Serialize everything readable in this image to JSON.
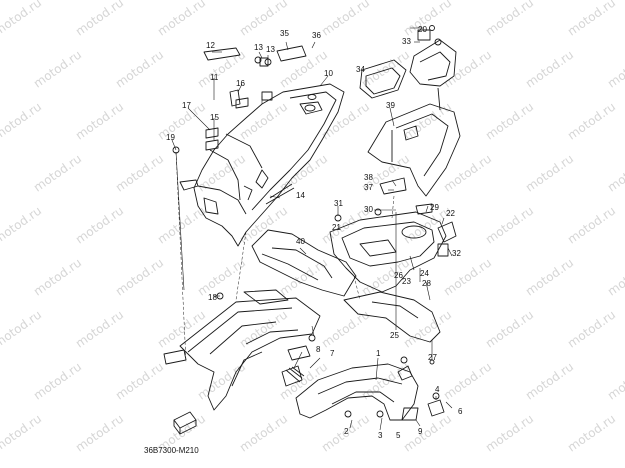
{
  "watermark": "motod.ru",
  "caption": "36B7300-M210",
  "callouts": [
    {
      "n": "1"
    },
    {
      "n": "2"
    },
    {
      "n": "3"
    },
    {
      "n": "4"
    },
    {
      "n": "5"
    },
    {
      "n": "6"
    },
    {
      "n": "7"
    },
    {
      "n": "8"
    },
    {
      "n": "9"
    },
    {
      "n": "10"
    },
    {
      "n": "11"
    },
    {
      "n": "12"
    },
    {
      "n": "13"
    },
    {
      "n": "14"
    },
    {
      "n": "15"
    },
    {
      "n": "16"
    },
    {
      "n": "17"
    },
    {
      "n": "18"
    },
    {
      "n": "19"
    },
    {
      "n": "20"
    },
    {
      "n": "21"
    },
    {
      "n": "22"
    },
    {
      "n": "23"
    },
    {
      "n": "24"
    },
    {
      "n": "25"
    },
    {
      "n": "26"
    },
    {
      "n": "27"
    },
    {
      "n": "28"
    },
    {
      "n": "29"
    },
    {
      "n": "30"
    },
    {
      "n": "31"
    },
    {
      "n": "32"
    },
    {
      "n": "33"
    },
    {
      "n": "34"
    },
    {
      "n": "35"
    },
    {
      "n": "36"
    },
    {
      "n": "37"
    },
    {
      "n": "38"
    },
    {
      "n": "39"
    },
    {
      "n": "40"
    }
  ]
}
